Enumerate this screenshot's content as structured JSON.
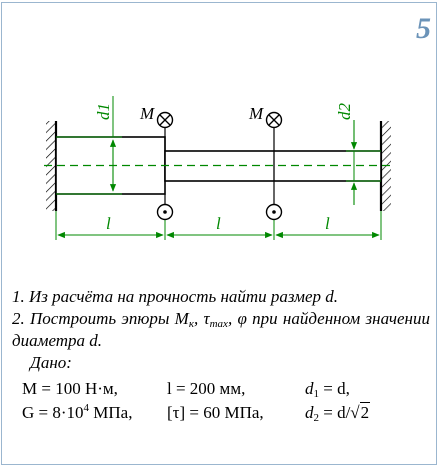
{
  "task_number": "5",
  "diagram": {
    "moment_label_1": "M",
    "moment_label_2": "M",
    "length_label_1": "l",
    "length_label_2": "l",
    "length_label_3": "l",
    "diameter_label_1": "d1",
    "diameter_label_2": "d2"
  },
  "task": {
    "item1": "1.  Из расчёта на прочность найти размер d.",
    "item2_a": "2.  Построить эпюры M",
    "item2_sub1": "к",
    "item2_b": ", τ",
    "item2_sub2": "max",
    "item2_c": ", φ при найденном значении диаметра d.",
    "given_title": "Дано:",
    "given": {
      "M": "M = 100 Н·м,",
      "l": "l = 200 мм,",
      "d1": "d",
      "d1_sub": "1",
      "d1_rest": " = d,",
      "G": "G = 8·10",
      "G_exp": "4",
      "G_unit": " МПа,",
      "tau": "[τ] = 60 МПа,",
      "d2": "d",
      "d2_sub": "2",
      "d2_rest": " = d/√",
      "d2_root": "2"
    }
  }
}
